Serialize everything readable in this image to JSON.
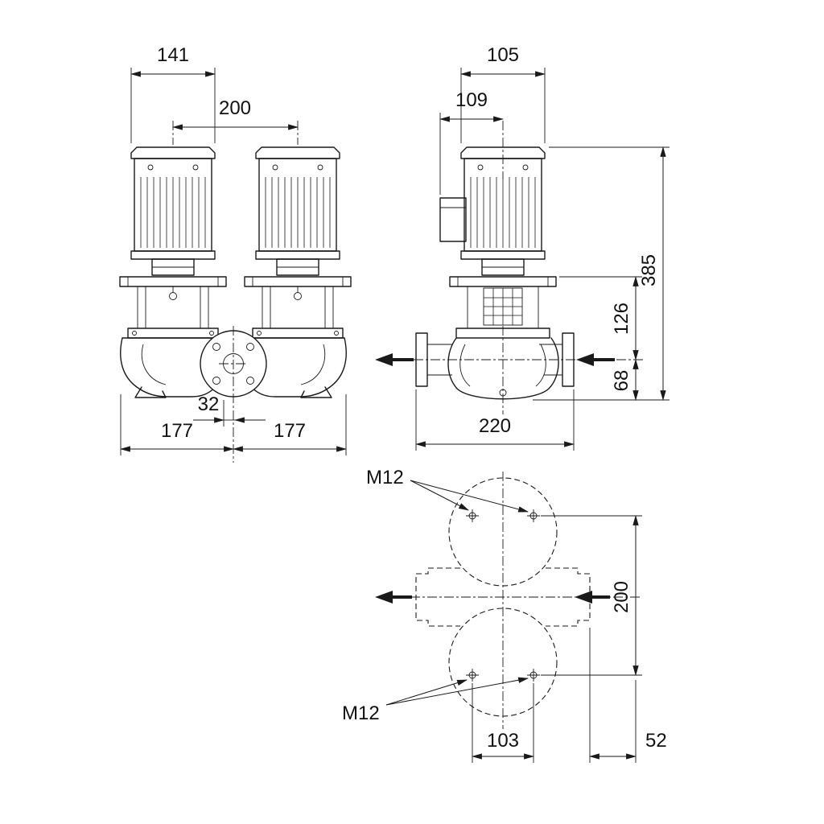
{
  "drawing": {
    "type": "technical-dimensional-drawing",
    "line_color": "#1a1a1a",
    "background_color": "#ffffff",
    "front_view": {
      "motor_width": "141",
      "head_spacing": "200",
      "port_offset": "32",
      "base_left": "177",
      "base_right": "177"
    },
    "side_view": {
      "motor_diameter": "105",
      "terminal_box_offset": "109",
      "total_height": "385",
      "flange_to_port_height": "126",
      "port_to_base_height": "68",
      "port_to_port_length": "220"
    },
    "plan_view": {
      "bolt_thread_top": "M12",
      "bolt_thread_bottom": "M12",
      "flange_spacing": "200",
      "bolt_spacing": "103",
      "bolt_to_flange_offset": "52"
    }
  }
}
